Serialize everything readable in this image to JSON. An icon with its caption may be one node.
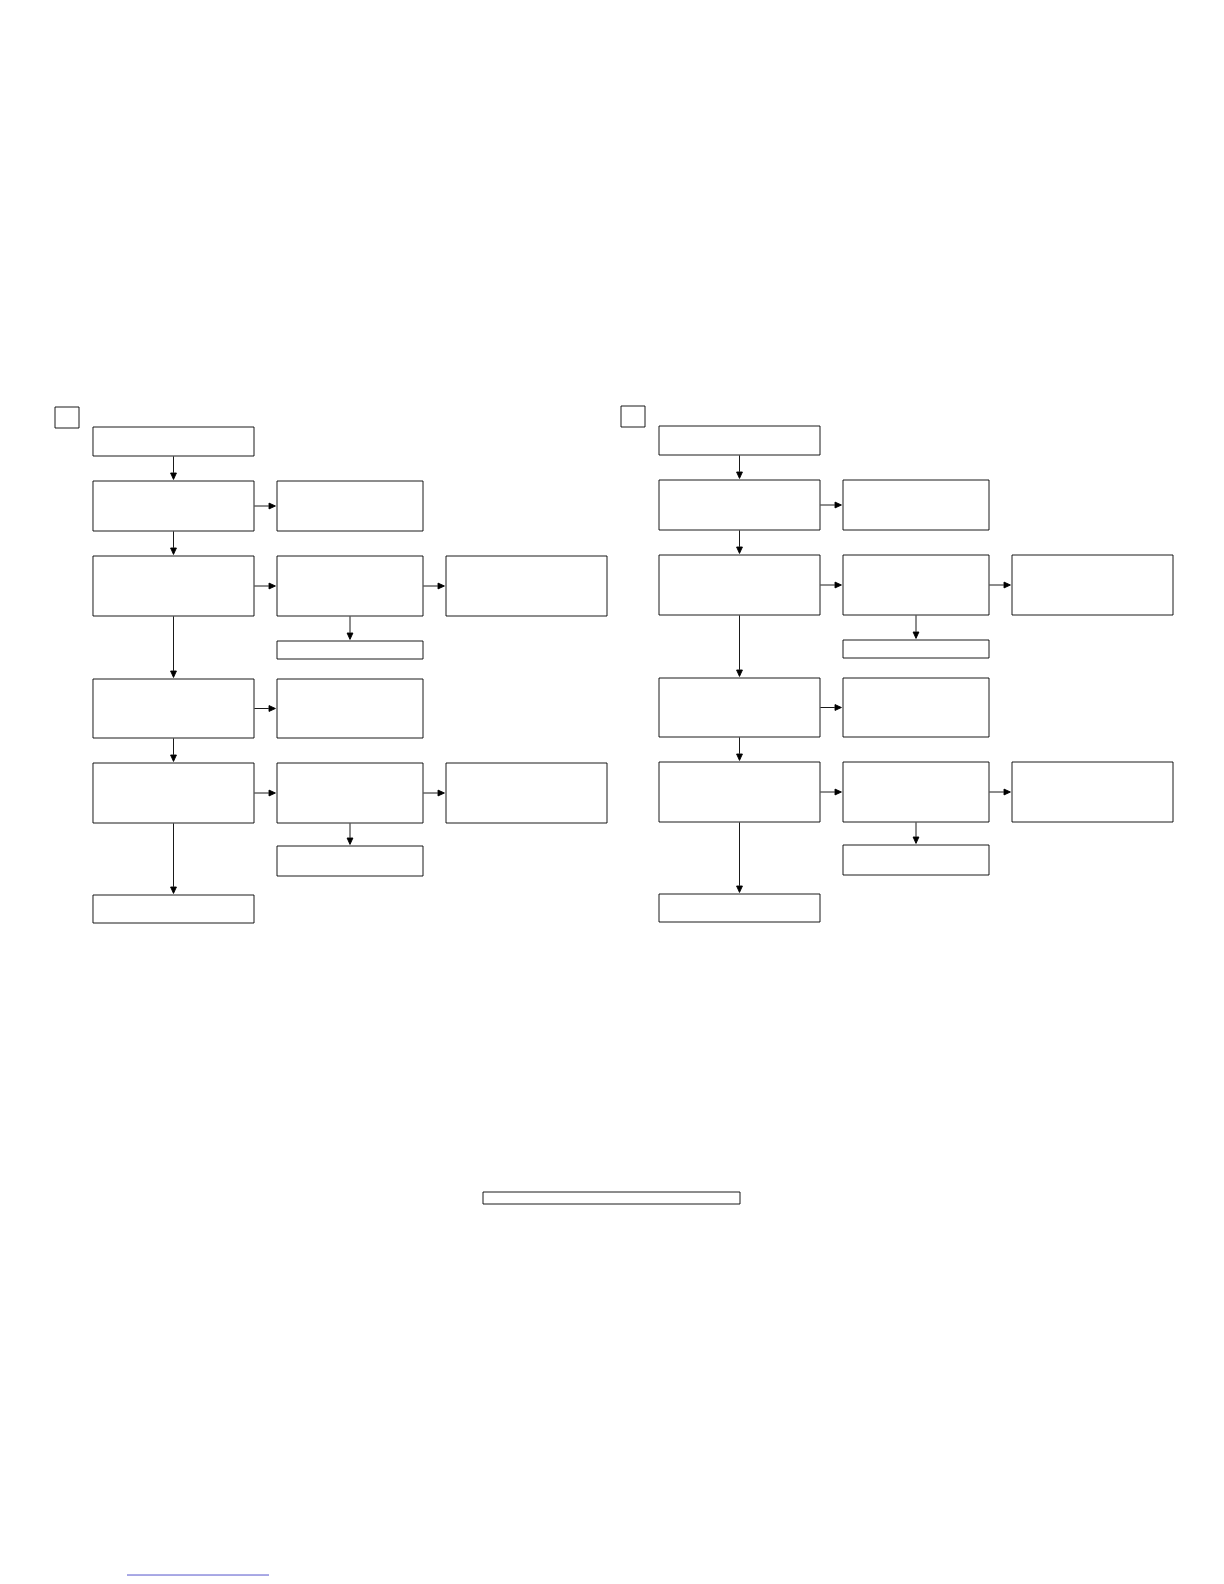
{
  "diagram": {
    "nodes": [
      {
        "text": [],
        "shape": "box"
      },
      {
        "text": [],
        "shape": "box"
      },
      {
        "text": [],
        "shape": "box"
      },
      {
        "text": [],
        "shape": "box"
      },
      {
        "text": [],
        "shape": "box"
      },
      {
        "text": [],
        "shape": "box"
      },
      {
        "text": [],
        "shape": "box"
      },
      {
        "text": [],
        "shape": "box"
      },
      {
        "text": [],
        "shape": "box"
      },
      {
        "text": [],
        "shape": "box"
      },
      {
        "text": [],
        "shape": "box"
      },
      {
        "text": [],
        "shape": "box"
      },
      {
        "text": [],
        "shape": "box"
      },
      {
        "text": [],
        "shape": "box"
      },
      {
        "text": [],
        "shape": "box"
      },
      {
        "text": [],
        "shape": "box"
      },
      {
        "text": [],
        "shape": "box"
      },
      {
        "text": [],
        "shape": "box"
      },
      {
        "text": [],
        "shape": "box"
      },
      {
        "text": [],
        "shape": "box"
      },
      {
        "text": [],
        "shape": "box"
      },
      {
        "text": [],
        "shape": "box"
      },
      {
        "text": [],
        "shape": "box"
      },
      {
        "text": [],
        "shape": "box"
      },
      {
        "text": [],
        "shape": "box"
      },
      {
        "text": [],
        "shape": "box"
      },
      {
        "text": [],
        "shape": "box"
      },
      {
        "text": [],
        "shape": "box"
      },
      {
        "text": [],
        "shape": "box"
      },
      {
        "text": [],
        "shape": "box"
      },
      {
        "text": [],
        "shape": "box"
      }
    ],
    "edges": [
      {
        "from": 1,
        "to": 2,
        "arrow": "to"
      },
      {
        "from": 2,
        "to": 3,
        "arrow": "to"
      },
      {
        "from": 2,
        "to": 4,
        "arrow": "to"
      },
      {
        "from": 4,
        "to": 5,
        "arrow": "to"
      },
      {
        "from": 5,
        "to": 6,
        "arrow": "to"
      },
      {
        "from": 5,
        "to": 7,
        "arrow": "to"
      },
      {
        "from": 4,
        "to": 8,
        "arrow": "to"
      },
      {
        "from": 8,
        "to": 9,
        "arrow": "to"
      },
      {
        "from": 8,
        "to": 10,
        "arrow": "to"
      },
      {
        "from": 10,
        "to": 11,
        "arrow": "to"
      },
      {
        "from": 11,
        "to": 12,
        "arrow": "to"
      },
      {
        "from": 11,
        "to": 13,
        "arrow": "to"
      },
      {
        "from": 10,
        "to": 14,
        "arrow": "to"
      },
      {
        "from": 16,
        "to": 17,
        "arrow": "to"
      },
      {
        "from": 17,
        "to": 18,
        "arrow": "to"
      },
      {
        "from": 17,
        "to": 19,
        "arrow": "to"
      },
      {
        "from": 19,
        "to": 20,
        "arrow": "to"
      },
      {
        "from": 20,
        "to": 21,
        "arrow": "to"
      },
      {
        "from": 20,
        "to": 22,
        "arrow": "to"
      },
      {
        "from": 19,
        "to": 23,
        "arrow": "to"
      },
      {
        "from": 23,
        "to": 24,
        "arrow": "to"
      },
      {
        "from": 23,
        "to": 25,
        "arrow": "to"
      },
      {
        "from": 25,
        "to": 26,
        "arrow": "to"
      },
      {
        "from": 26,
        "to": 27,
        "arrow": "to"
      },
      {
        "from": 26,
        "to": 28,
        "arrow": "to"
      },
      {
        "from": 25,
        "to": 29,
        "arrow": "to"
      }
    ]
  }
}
